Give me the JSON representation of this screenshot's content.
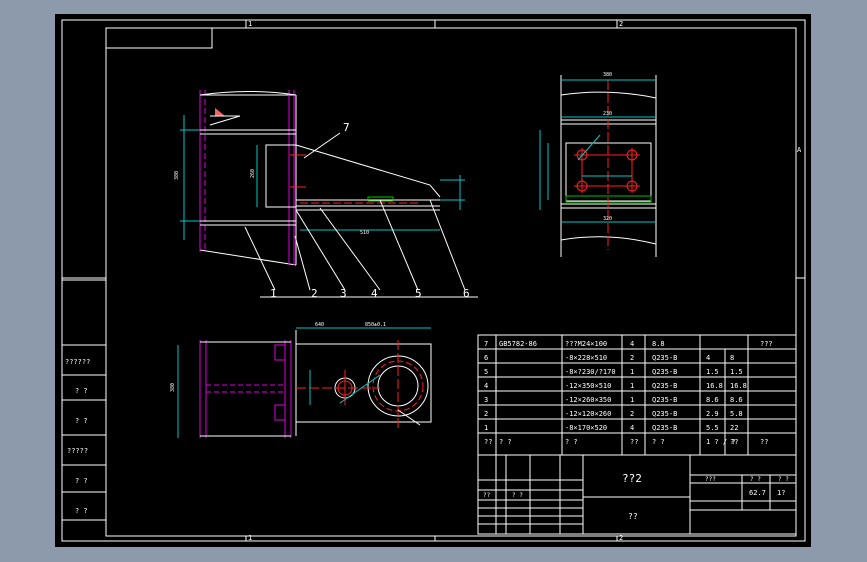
{
  "colors": {
    "background_frame": "#8d9aab",
    "drawing_bg": "#000000",
    "border": "#ffffff",
    "line_cyan": "#00c8c8",
    "line_magenta": "#e000e0",
    "line_red": "#ff2020",
    "line_green": "#00c000",
    "text_white": "#ffffff"
  },
  "frame": {
    "zone_top_left": "1",
    "zone_top_right": "2",
    "zone_bottom_left": "1",
    "zone_bottom_right": "2",
    "zone_right": "A"
  },
  "callouts": [
    "1",
    "2",
    "3",
    "4",
    "5",
    "6",
    "7"
  ],
  "dimensions": {
    "top_width": "380",
    "side_width": "230",
    "bottom_width": "320",
    "length_main": "510",
    "width_front": "640",
    "width_front2": "850±0.1",
    "height_plan": "380"
  },
  "bom": {
    "rows": [
      {
        "no": "7",
        "code": "GB5782-86",
        "name": "???M24×100",
        "qty": "4",
        "material": "8.8",
        "unit": "",
        "total": "",
        "note": "???"
      },
      {
        "no": "6",
        "code": "",
        "name": "-8×228×510",
        "qty": "2",
        "material": "Q235-B",
        "unit": "4",
        "total": "8",
        "note": ""
      },
      {
        "no": "5",
        "code": "",
        "name": "-8×?230/?170",
        "qty": "1",
        "material": "Q235-B",
        "unit": "1.5",
        "total": "1.5",
        "note": ""
      },
      {
        "no": "4",
        "code": "",
        "name": "-12×350×510",
        "qty": "1",
        "material": "Q235-B",
        "unit": "16.8",
        "total": "16.8",
        "note": ""
      },
      {
        "no": "3",
        "code": "",
        "name": "-12×260×350",
        "qty": "1",
        "material": "Q235-B",
        "unit": "8.6",
        "total": "8.6",
        "note": ""
      },
      {
        "no": "2",
        "code": "",
        "name": "-12×120×260",
        "qty": "2",
        "material": "Q235-B",
        "unit": "2.9",
        "total": "5.8",
        "note": ""
      },
      {
        "no": "1",
        "code": "",
        "name": "-8×170×520",
        "qty": "4",
        "material": "Q235-B",
        "unit": "5.5",
        "total": "22",
        "note": ""
      }
    ],
    "header": {
      "no": "??",
      "code": "? ?",
      "name": "? ?",
      "qty": "??",
      "material": "? ?",
      "unit": "1 ? / ?",
      "total": "??",
      "note": "??"
    }
  },
  "title_block": {
    "title": "??2",
    "subtitle": "??",
    "weight": "62.7",
    "scale": "1?",
    "cells": [
      "???",
      "? ?",
      "? ?",
      "??",
      "? ?"
    ]
  },
  "side_table": [
    "??????",
    "? ?",
    "? ?",
    "?????",
    "? ?",
    "? ?"
  ]
}
